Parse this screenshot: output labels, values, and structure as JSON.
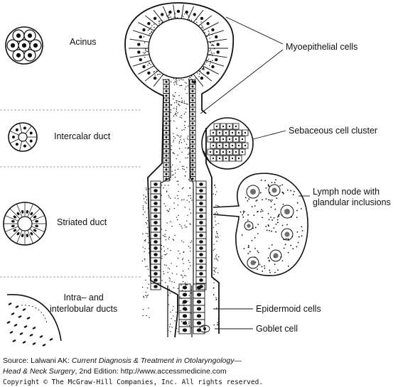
{
  "labels": {
    "acinus": "Acinus",
    "intercalar_duct": "Intercalar duct",
    "striated_duct": "Striated duct",
    "intra_line1": "Intra– and",
    "intra_line2": "interlobular ducts",
    "myoepithelial": "Myoepithelial cells",
    "sebaceous": "Sebaceous cell cluster",
    "lymph_line1": "Lymph node with",
    "lymph_line2": "glandular inclusions",
    "epidermoid": "Epidermoid cells",
    "goblet": "Goblet cell"
  },
  "source": {
    "prefix": "Source: Lalwani AK: ",
    "title1": "Current Diagnosis & Treatment in Otolaryngology—",
    "title2": "Head & Neck Surgery",
    "suffix": ", 2nd Edition: http://www.accessmedicine.com",
    "copyright": "Copyright © The McGraw-Hill Companies, Inc. All rights reserved."
  },
  "colors": {
    "ink": "#111111",
    "background": "#ffffff",
    "divider": "#888888"
  }
}
